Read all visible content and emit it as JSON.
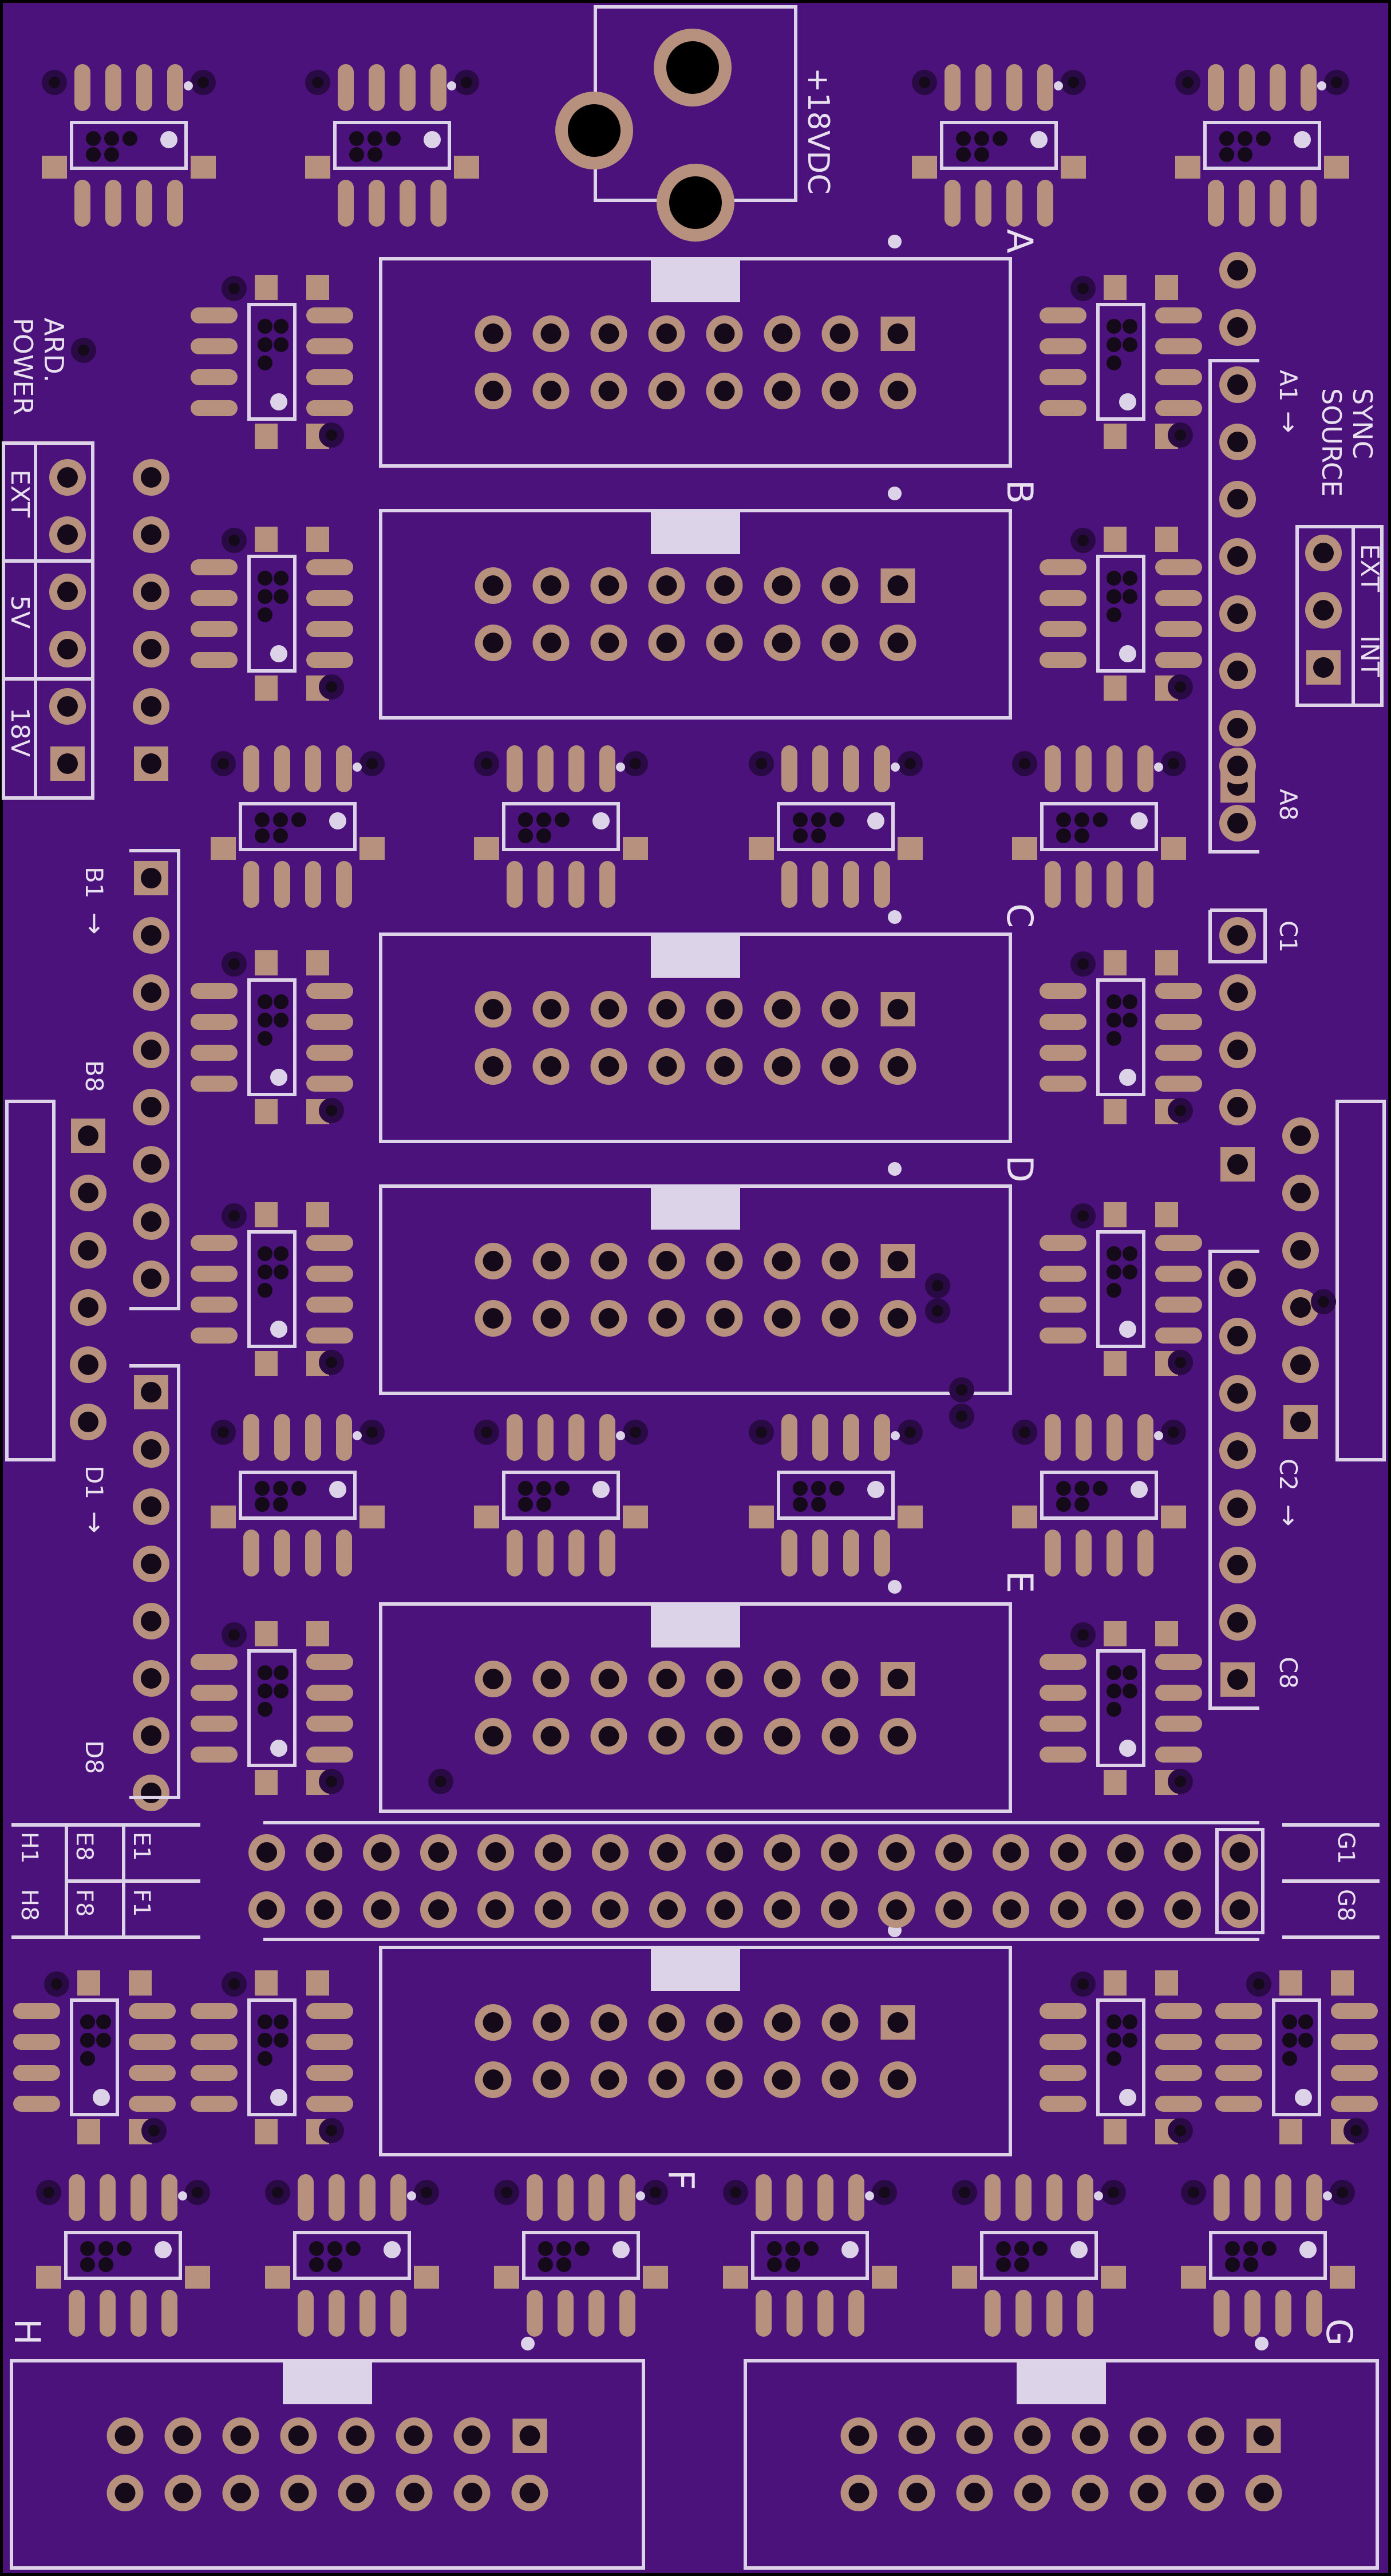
{
  "board": {
    "colors": {
      "substrate": "#4a127a",
      "outline": "#000000",
      "silkscreen": "#ddd3e8",
      "copper_pad": "#b8917e",
      "drill": "#140a1a",
      "via": "#2a0a45"
    },
    "labels": {
      "power_input": "+18VDC",
      "ard_power_line1": "ARD.",
      "ard_power_line2": "POWER",
      "ext": "EXT",
      "v5": "5V",
      "v18": "18V",
      "sync_line1": "SYNC",
      "sync_line2": "SOURCE",
      "sync_ext": "EXT",
      "sync_int": "INT",
      "a1": "A1",
      "a8": "A8",
      "b1": "B1",
      "b8": "B8",
      "c1": "C1",
      "c2": "C2",
      "c8": "C8",
      "d1": "D1",
      "d8": "D8",
      "e1": "E1",
      "e8": "E8",
      "f1": "F1",
      "f8": "F8",
      "g1": "G1",
      "g8": "G8",
      "h1": "H1",
      "h8": "H8",
      "arrow": "→"
    },
    "connectors": [
      "A",
      "B",
      "C",
      "D",
      "E",
      "F",
      "G",
      "H"
    ]
  }
}
